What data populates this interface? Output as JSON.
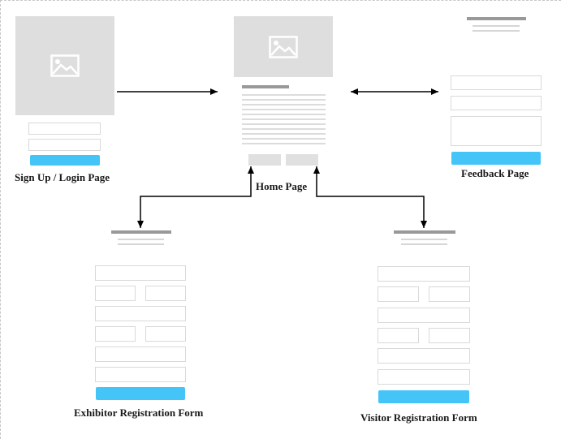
{
  "pages": {
    "signup_login": {
      "label": "Sign Up / Login Page",
      "icon": "image-icon"
    },
    "home": {
      "label": "Home Page",
      "icon": "image-icon"
    },
    "feedback": {
      "label": "Feedback Page"
    },
    "exhibitor": {
      "label": "Exhibitor Registration Form"
    },
    "visitor": {
      "label": "Visitor Registration Form"
    }
  },
  "colors": {
    "accent_button": "#45c4f8",
    "placeholder": "#dedede",
    "field_border": "#d9d9d9",
    "title_bar": "#999999",
    "arrow": "#000000"
  }
}
